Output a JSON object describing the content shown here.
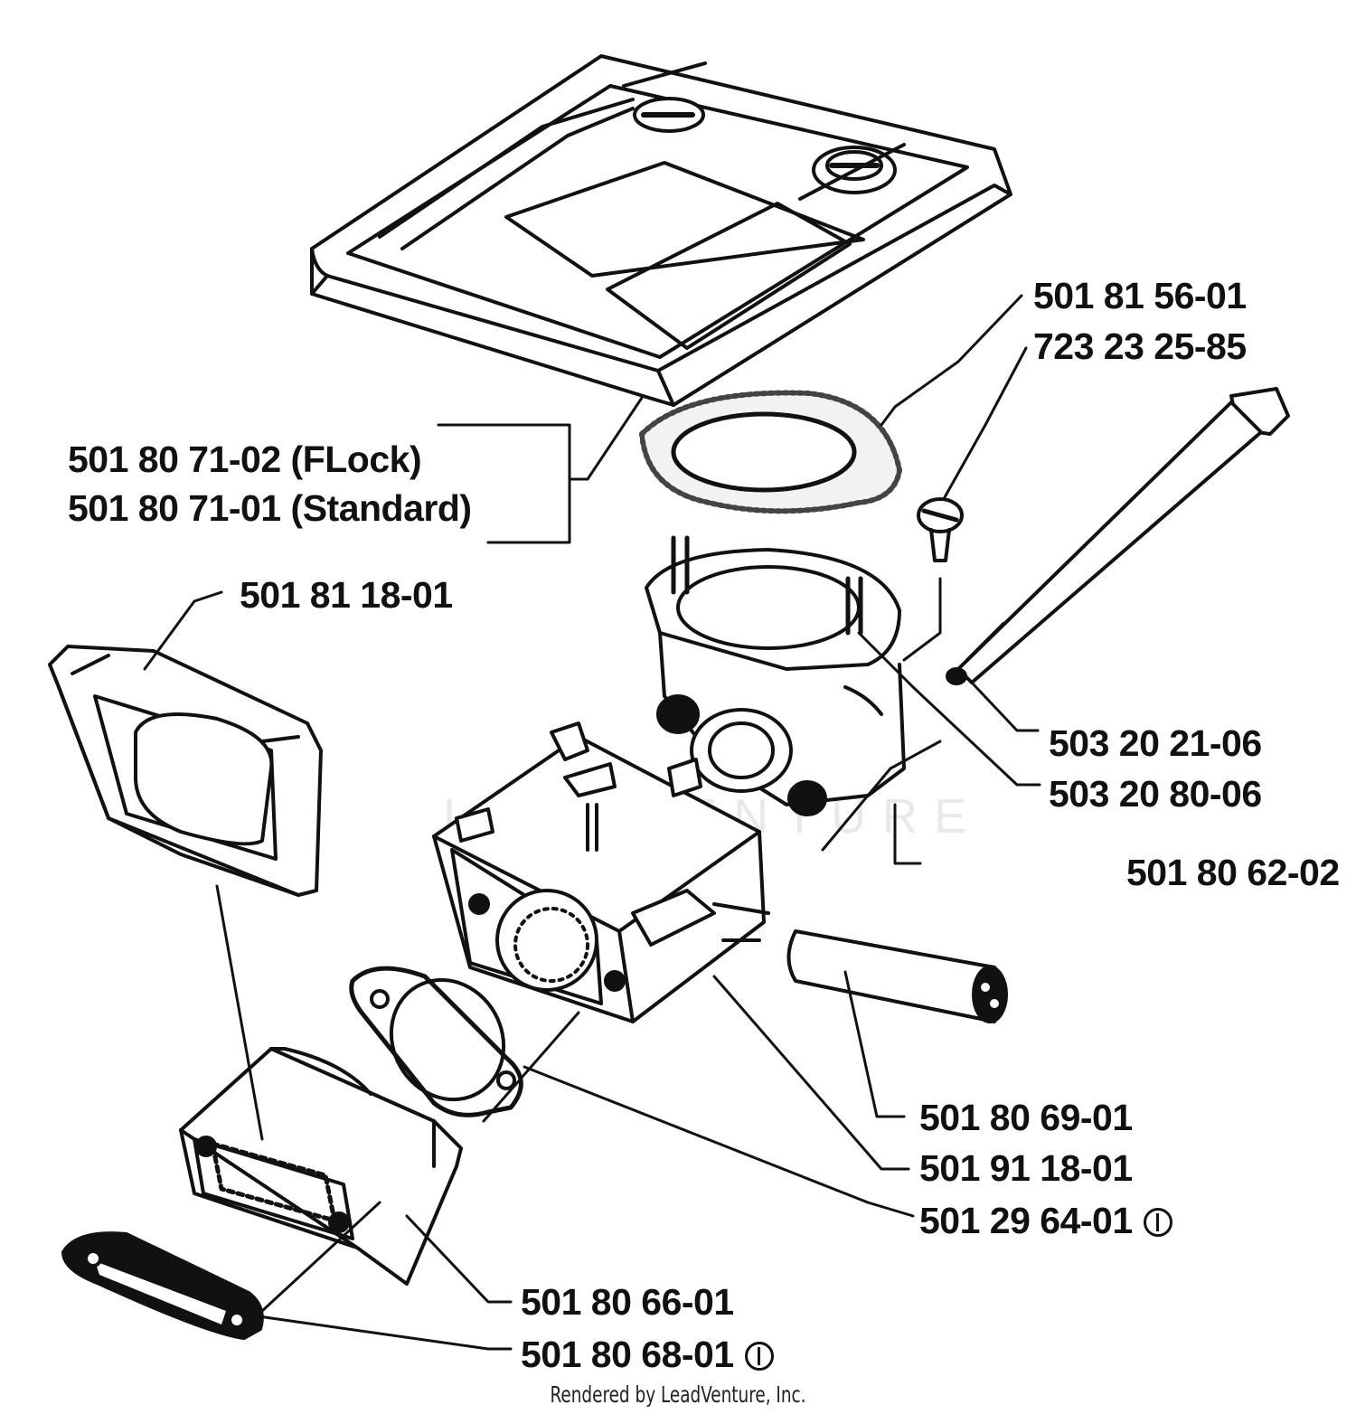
{
  "watermark": "LEADVENTURE",
  "footer": "Rendered by LeadVenture, Inc.",
  "parts": [
    {
      "id": "air-filter-cover",
      "lines": [
        "501 80 71-02 (FLock)",
        "501 80 71-01 (Standard)"
      ]
    },
    {
      "id": "filter-gasket",
      "lines": [
        "501 81 56-01",
        "723 23 25-85"
      ]
    },
    {
      "id": "filter-holder",
      "lines": [
        "501 81 18-01"
      ]
    },
    {
      "id": "stud-bolt",
      "lines": [
        "503 20 21-06"
      ]
    },
    {
      "id": "screw",
      "lines": [
        "503 20 80-06"
      ]
    },
    {
      "id": "carb-adapter",
      "lines": [
        "501 80 62-02"
      ]
    },
    {
      "id": "sleeve",
      "lines": [
        "501 80 69-01"
      ]
    },
    {
      "id": "carburetor",
      "lines": [
        "501 91 18-01"
      ]
    },
    {
      "id": "carb-gasket",
      "lines": [
        "501 29 64-01"
      ],
      "marked": true
    },
    {
      "id": "intake-manifold",
      "lines": [
        "501 80 66-01"
      ]
    },
    {
      "id": "manifold-gasket",
      "lines": [
        "501 80 68-01"
      ],
      "marked": true
    }
  ]
}
